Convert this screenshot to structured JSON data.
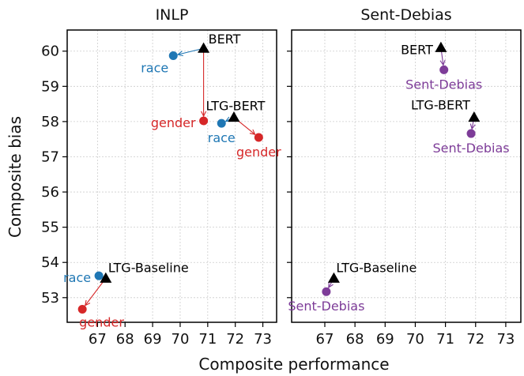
{
  "chart_data": [
    {
      "type": "scatter",
      "title": "INLP",
      "xlabel": "Composite performance",
      "ylabel": "Composite bias",
      "xlim": [
        65.9,
        73.5
      ],
      "ylim": [
        52.3,
        60.6
      ],
      "xticks": [
        67,
        68,
        69,
        70,
        71,
        72,
        73
      ],
      "yticks": [
        53,
        54,
        55,
        56,
        57,
        58,
        59,
        60
      ],
      "grid": true,
      "colors": {
        "base": "#000000",
        "race": "#1f77b4",
        "gender": "#d62728"
      },
      "points": [
        {
          "label": "BERT",
          "x": 70.85,
          "y": 60.08,
          "color": "#000000",
          "marker": "triangle",
          "label_pos": "right"
        },
        {
          "label": "race",
          "x": 69.75,
          "y": 59.87,
          "color": "#1f77b4",
          "marker": "circle",
          "label_pos": "lower-left",
          "from": "BERT"
        },
        {
          "label": "gender",
          "x": 70.85,
          "y": 58.02,
          "color": "#d62728",
          "marker": "circle",
          "label_pos": "left",
          "from": "BERT"
        },
        {
          "label": "LTG-BERT",
          "x": 71.95,
          "y": 58.12,
          "color": "#000000",
          "marker": "triangle",
          "label_pos": "top"
        },
        {
          "label": "race",
          "x": 71.5,
          "y": 57.95,
          "color": "#1f77b4",
          "marker": "circle",
          "label_pos": "below",
          "from": "LTG-BERT"
        },
        {
          "label": "gender",
          "x": 72.85,
          "y": 57.55,
          "color": "#d62728",
          "marker": "circle",
          "label_pos": "below",
          "from": "LTG-BERT"
        },
        {
          "label": "LTG-Baseline",
          "x": 67.3,
          "y": 53.55,
          "color": "#000000",
          "marker": "triangle",
          "label_pos": "upper-right"
        },
        {
          "label": "race",
          "x": 67.05,
          "y": 53.62,
          "color": "#1f77b4",
          "marker": "circle",
          "label_pos": "left",
          "from": "LTG-Baseline"
        },
        {
          "label": "gender",
          "x": 66.45,
          "y": 52.67,
          "color": "#d62728",
          "marker": "circle",
          "label_pos": "lower-right",
          "from": "LTG-Baseline"
        }
      ]
    },
    {
      "type": "scatter",
      "title": "Sent-Debias",
      "xlabel": "Composite performance",
      "ylabel": "Composite bias",
      "xlim": [
        65.9,
        73.5
      ],
      "ylim": [
        52.3,
        60.6
      ],
      "xticks": [
        67,
        68,
        69,
        70,
        71,
        72,
        73
      ],
      "yticks": [
        53,
        54,
        55,
        56,
        57,
        58,
        59,
        60
      ],
      "grid": true,
      "colors": {
        "base": "#000000",
        "method": "#7d3c98"
      },
      "points": [
        {
          "label": "BERT",
          "x": 70.85,
          "y": 60.1,
          "color": "#000000",
          "marker": "triangle",
          "label_pos": "left"
        },
        {
          "label": "Sent-Debias",
          "x": 70.95,
          "y": 59.47,
          "color": "#7d3c98",
          "marker": "circle",
          "label_pos": "below",
          "from": "BERT"
        },
        {
          "label": "LTG-BERT",
          "x": 71.95,
          "y": 58.12,
          "color": "#000000",
          "marker": "triangle",
          "label_pos": "upper-left"
        },
        {
          "label": "Sent-Debias",
          "x": 71.85,
          "y": 57.66,
          "color": "#7d3c98",
          "marker": "circle",
          "label_pos": "below",
          "from": "LTG-BERT"
        },
        {
          "label": "LTG-Baseline",
          "x": 67.3,
          "y": 53.55,
          "color": "#000000",
          "marker": "triangle",
          "label_pos": "upper-right"
        },
        {
          "label": "Sent-Debias",
          "x": 67.05,
          "y": 53.17,
          "color": "#7d3c98",
          "marker": "circle",
          "label_pos": "below",
          "from": "LTG-Baseline"
        }
      ]
    }
  ]
}
